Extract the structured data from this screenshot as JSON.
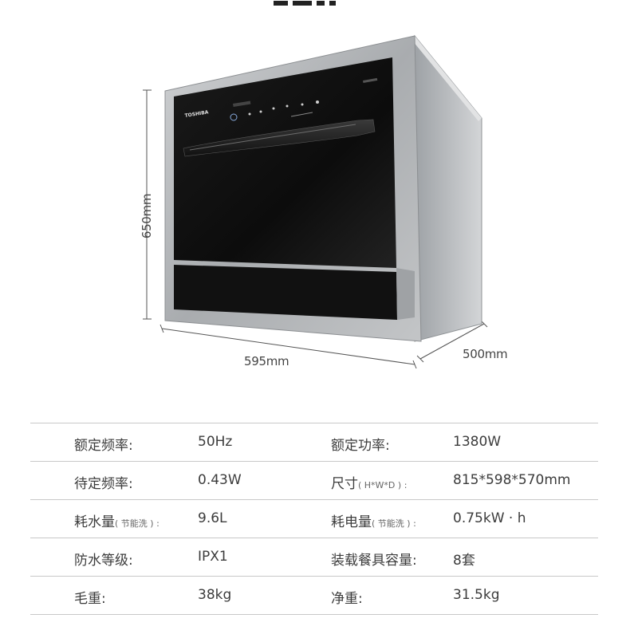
{
  "dimensions": {
    "height": "650mm",
    "width": "595mm",
    "depth": "500mm"
  },
  "product": {
    "brand": "TOSHIBA",
    "colors": {
      "glass": "#111111",
      "frame": "#b9bcbf",
      "handle": "#2a2a2a"
    }
  },
  "specs": [
    {
      "label1": "额定频率:",
      "note1": "",
      "value1": "50Hz",
      "label2": "额定功率:",
      "note2": "",
      "value2": "1380W"
    },
    {
      "label1": "待定频率:",
      "note1": "",
      "value1": "0.43W",
      "label2": "尺寸",
      "note2": "( H*W*D ) :",
      "value2": "815*598*570mm"
    },
    {
      "label1": "耗水量",
      "note1": "( 节能洗 ) :",
      "value1": "9.6L",
      "label2": "耗电量",
      "note2": "( 节能洗 ) :",
      "value2": "0.75kW · h"
    },
    {
      "label1": "防水等级:",
      "note1": "",
      "value1": "IPX1",
      "label2": "装载餐具容量:",
      "note2": "",
      "value2": "8套"
    },
    {
      "label1": "毛重:",
      "note1": "",
      "value1": "38kg",
      "label2": "净重:",
      "note2": "",
      "value2": "31.5kg"
    }
  ]
}
